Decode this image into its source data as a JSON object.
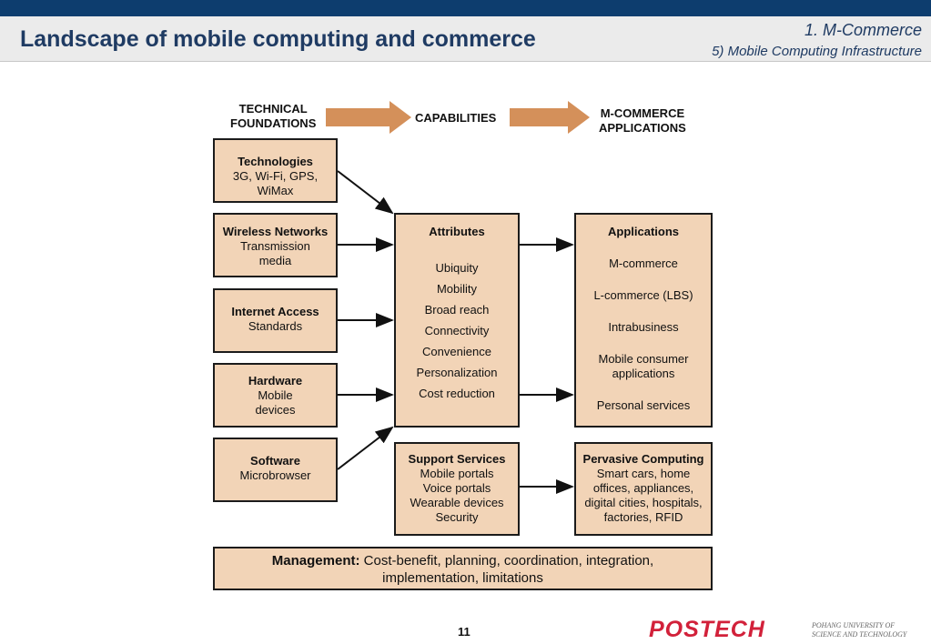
{
  "header": {
    "title": "Landscape of mobile computing and commerce",
    "section": "1. M-Commerce",
    "subsection": "5) Mobile Computing Infrastructure"
  },
  "diagram": {
    "col_heads": {
      "foundations": [
        "TECHNICAL",
        "FOUNDATIONS"
      ],
      "capabilities": "CAPABILITIES",
      "applications": [
        "M-COMMERCE",
        "APPLICATIONS"
      ]
    },
    "foundations": [
      {
        "title": "Technologies",
        "lines": [
          "3G, Wi-Fi, GPS,",
          "WiMax"
        ]
      },
      {
        "title": "Wireless Networks",
        "lines": [
          "Transmission",
          "media"
        ]
      },
      {
        "title": "Internet Access",
        "lines": [
          "Standards"
        ]
      },
      {
        "title": "Hardware",
        "lines": [
          "Mobile",
          "devices"
        ]
      },
      {
        "title": "Software",
        "lines": [
          "Microbrowser"
        ]
      }
    ],
    "attributes": {
      "title": "Attributes",
      "items": [
        "Ubiquity",
        "Mobility",
        "Broad reach",
        "Connectivity",
        "Convenience",
        "Personalization",
        "Cost reduction"
      ]
    },
    "support": {
      "title": "Support Services",
      "items": [
        "Mobile portals",
        "Voice portals",
        "Wearable devices",
        "Security"
      ]
    },
    "applications": {
      "title": "Applications",
      "items": [
        "M-commerce",
        "L-commerce (LBS)",
        "Intrabusiness",
        "Mobile consumer",
        "applications",
        "Personal services"
      ]
    },
    "pervasive": {
      "title": "Pervasive Computing",
      "items": [
        "Smart cars, home",
        "offices, appliances,",
        "digital cities, hospitals,",
        "factories, RFID"
      ]
    },
    "management": {
      "label": "Management:",
      "line1": "Cost-benefit, planning, coordination, integration,",
      "line2": "implementation, limitations"
    }
  },
  "footer": {
    "page_number": "11",
    "logo": "POSTECH",
    "logo_sub": [
      "POHANG UNIVERSITY OF",
      "SCIENCE AND TECHNOLOGY"
    ]
  },
  "colors": {
    "box_fill": "#f2d4b7",
    "arrow_orange": "#d4905a",
    "header_bar": "#0d3d6e",
    "title_text": "#1f3b63",
    "logo_red": "#d2213a"
  }
}
